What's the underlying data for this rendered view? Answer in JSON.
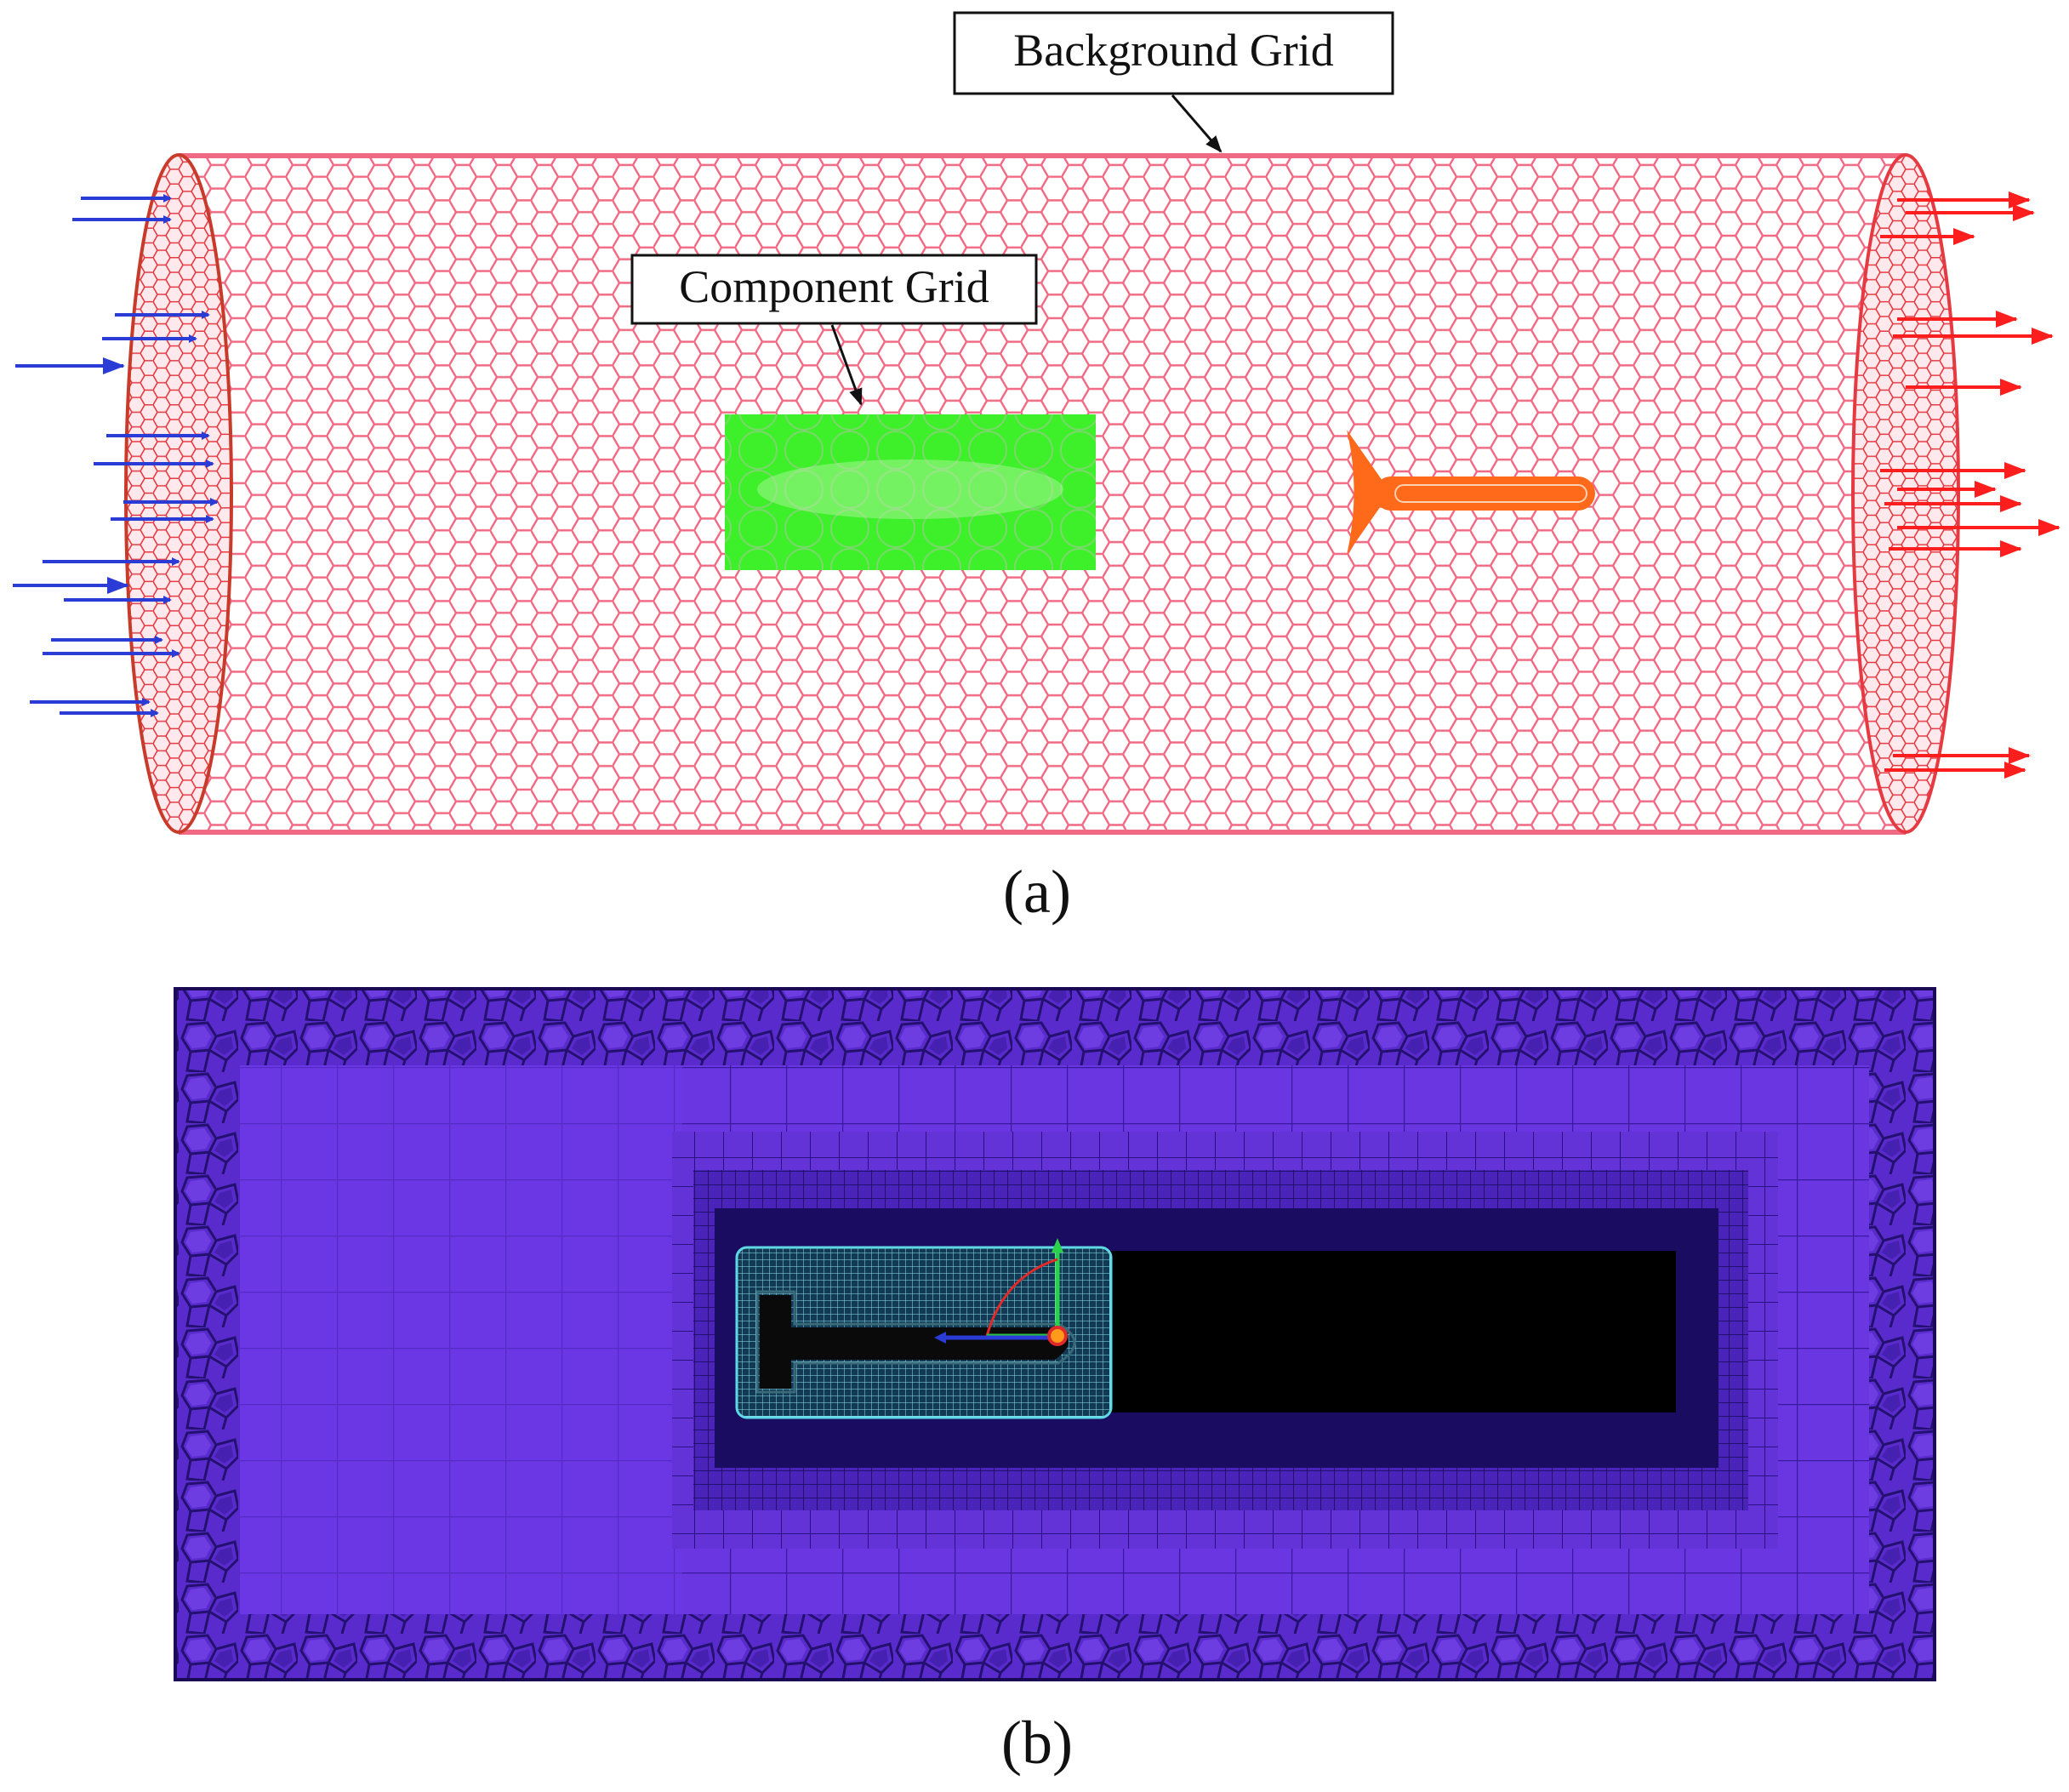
{
  "panel_a": {
    "callout_background": "Background Grid",
    "callout_component": "Component Grid",
    "caption": "(a)"
  },
  "panel_b": {
    "caption": "(b)"
  },
  "colors": {
    "background_mesh": "#f06a84",
    "cylinder_ends": "#e63a42",
    "inlet_arrows": "#2b3bd6",
    "outlet_arrows": "#ff1e1e",
    "component_grid": "#3ef02a",
    "body_object": "#ff6a1a",
    "polyhedral_mesh": "#6a34e0",
    "polyhedral_dark": "#2c1088",
    "refined_mesh": "#0c0c24",
    "wake_region": "#000000"
  },
  "icons": {
    "inlet_arrow": "arrow-right-icon",
    "outlet_arrow": "arrow-right-icon",
    "axis_triad": "coordinate-axes-icon"
  }
}
